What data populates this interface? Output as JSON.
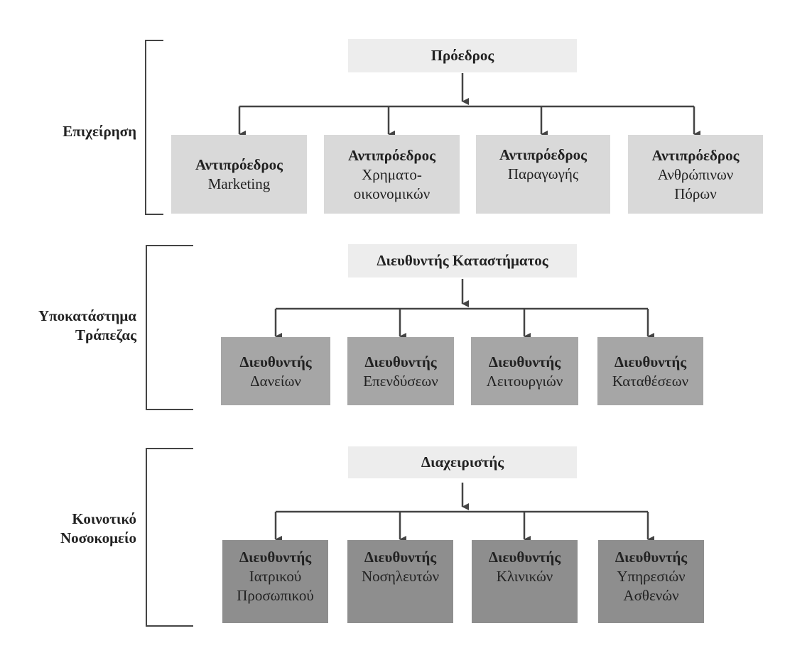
{
  "sections": [
    {
      "label": "Επιχείρηση",
      "head": "Πρόεδρος",
      "children": [
        {
          "title": "Αντιπρόεδρος",
          "sub": "Marketing"
        },
        {
          "title": "Αντιπρόεδρος",
          "sub": "Χρηματο-\nοικονομικών"
        },
        {
          "title": "Αντιπρόεδρος",
          "sub": "Παραγωγής"
        },
        {
          "title": "Αντιπρόεδρος",
          "sub": "Ανθρώπινων\nΠόρων"
        }
      ]
    },
    {
      "label": "Υποκατάστημα\nΤράπεζας",
      "head": "Διευθυντής Καταστήματος",
      "children": [
        {
          "title": "Διευθυντής",
          "sub": "Δανείων"
        },
        {
          "title": "Διευθυντής",
          "sub": "Επενδύσεων"
        },
        {
          "title": "Διευθυντής",
          "sub": "Λειτουργιών"
        },
        {
          "title": "Διευθυντής",
          "sub": "Καταθέσεων"
        }
      ]
    },
    {
      "label": "Κοινοτικό\nΝοσοκομείο",
      "head": "Διαχειριστής",
      "children": [
        {
          "title": "Διευθυντής",
          "sub": "Ιατρικού\nΠροσωπικού"
        },
        {
          "title": "Διευθυντής",
          "sub": "Νοσηλευτών"
        },
        {
          "title": "Διευθυντής",
          "sub": "Κλινικών"
        },
        {
          "title": "Διευθυντής",
          "sub": "Υπηρεσιών\nΑσθενών"
        }
      ]
    }
  ],
  "colors": {
    "line": "#444444",
    "head_box": "#ededed",
    "level1_box": "#d9d9d9",
    "level2_box": "#a6a6a6",
    "level3_box": "#8e8e8e"
  }
}
